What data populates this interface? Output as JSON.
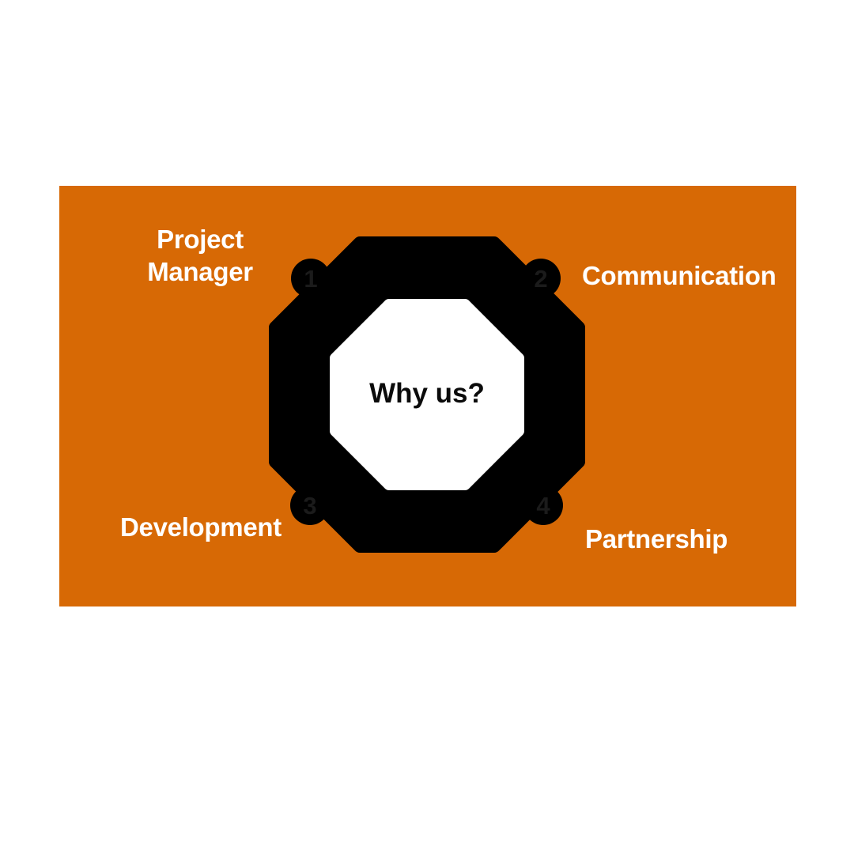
{
  "slide": {
    "background_color": "#ffffff",
    "banner_color": "#d76905"
  },
  "diagram": {
    "type": "cycle",
    "center_label": "Why us?",
    "ring_color": "#000000",
    "center_fill": "#ffffff",
    "center_text_color": "#0b0b0b",
    "step_number_color": "#1b1b1b",
    "label_color": "#ffffff",
    "steps": [
      {
        "number": "1",
        "label": "Project Manager",
        "position": "top-left"
      },
      {
        "number": "2",
        "label": "Communication",
        "position": "top-right"
      },
      {
        "number": "3",
        "label": "Development",
        "position": "bottom-left"
      },
      {
        "number": "4",
        "label": "Partnership",
        "position": "bottom-right"
      }
    ]
  }
}
